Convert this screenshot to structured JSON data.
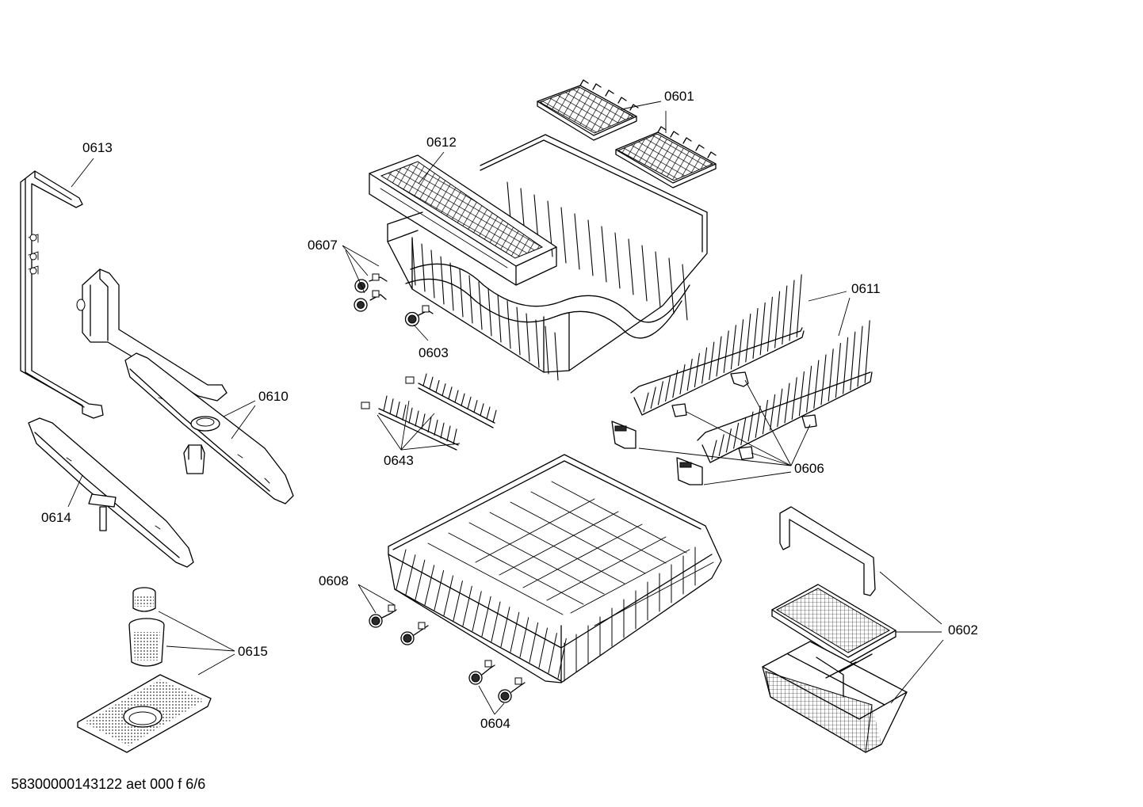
{
  "diagram": {
    "part_labels": {
      "p0601": "0601",
      "p0602": "0602",
      "p0603": "0603",
      "p0604": "0604",
      "p0606": "0606",
      "p0607": "0607",
      "p0608": "0608",
      "p0610": "0610",
      "p0611": "0611",
      "p0612": "0612",
      "p0613": "0613",
      "p0614": "0614",
      "p0615": "0615",
      "p0643": "0643"
    },
    "footer_code": "58300000143122 aet 000 f 6/6"
  },
  "colors": {
    "line": "#000000",
    "background": "#ffffff"
  }
}
